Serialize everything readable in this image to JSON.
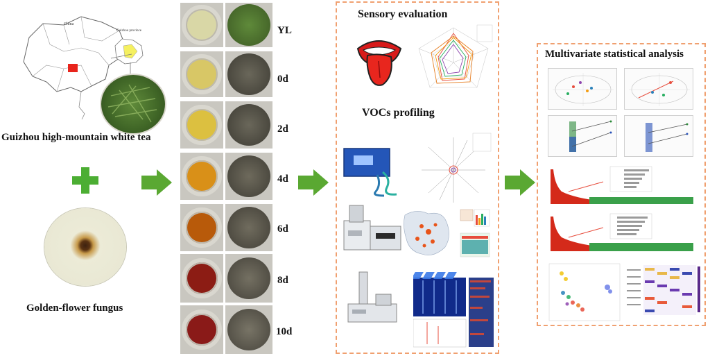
{
  "left": {
    "map_country_label": "China",
    "map_province_label": "Guizhou province",
    "tea_title": "Guizhou high-mountain white tea",
    "fungus_title": "Golden-flower fungus"
  },
  "timeline": {
    "labels": [
      "YL",
      "0d",
      "2d",
      "4d",
      "6d",
      "8d",
      "10d"
    ],
    "liquor_colors": [
      "#d9d7a6",
      "#d8c766",
      "#dcc040",
      "#d99018",
      "#b85a0a",
      "#8c1c14",
      "#8a1a18"
    ],
    "leaf_colors": [
      "#4d6d33",
      "#4a4a40",
      "#4a4a40",
      "#514e44",
      "#535046",
      "#57544a",
      "#5a564c"
    ]
  },
  "middle": {
    "sensory_title": "Sensory evaluation",
    "vocs_title": "VOCs profiling"
  },
  "right": {
    "mva_title": "Multivariate statistical analysis"
  },
  "colors": {
    "arrow_green": "#5aa832",
    "plus_green": "#4cae33",
    "box_border": "#f0a070",
    "china_highlight": "#e8241c",
    "province_highlight": "#f5f060"
  }
}
